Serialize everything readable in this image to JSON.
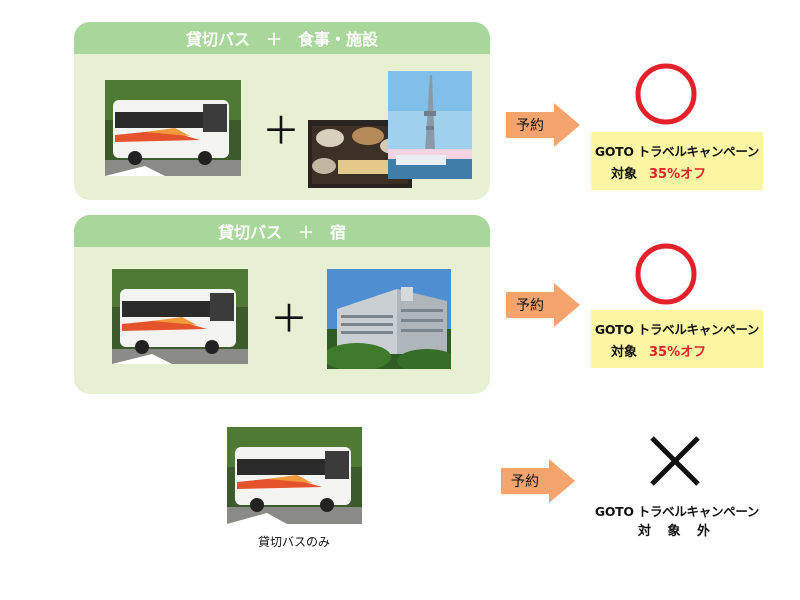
{
  "rows": [
    {
      "title": "貸切バス　＋　食事・施設",
      "plus": "＋",
      "arrow_label": "予約",
      "result_line1": "GOTO トラベルキャンペーン",
      "result_line2_prefix": "対象",
      "result_line2_value": "35%オフ",
      "result_symbol": "circle-mark"
    },
    {
      "title": "貸切バス　＋　宿",
      "plus": "＋",
      "arrow_label": "予約",
      "result_line1": "GOTO トラベルキャンペーン",
      "result_line2_prefix": "対象",
      "result_line2_value": "35%オフ",
      "result_symbol": "circle-mark"
    },
    {
      "caption": "貸切バスのみ",
      "arrow_label": "予約",
      "result_line1": "GOTO トラベルキャンペーン",
      "result_line2": "対 象 外",
      "result_symbol": "cross-mark"
    }
  ],
  "colors": {
    "panel_bg": "#e7f0d2",
    "panel_header": "#a8d69b",
    "arrow": "#f4a46c",
    "result_bg": "#fbf6a3",
    "accent_red": "#e3212b"
  }
}
